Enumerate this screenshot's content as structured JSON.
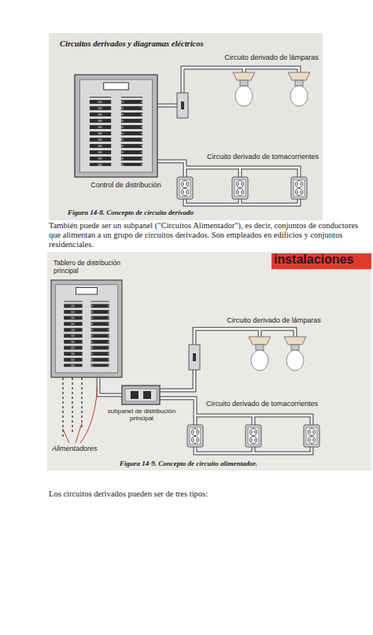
{
  "diagram": {
    "labels": [
      "Circuitos derivados y diagramas eléctricos",
      "Circuito derivado de lámparas",
      "Circuito derivado de tomacorrientes",
      "Control de distribución",
      "Figura 14-8. Concepto de circuito derivado",
      "También puede ser un subpanel (\"Circuitos Alimentador\"), es decir, conjuntos de conductores que alimentan a un grupo de circuitos derivados. Son empleados en edificios y conjuntos residenciales.",
      "instalaciones",
      "Tablero de distribución principal",
      "Circuito derivado de lámparas",
      "Circuito derivado de tomacorrientes",
      "subpanel de distribución principal",
      "Alimentadores",
      "Figura 14-9. Concepto de circuito alimentador.",
      "Los circuitos derivados pueden ser de tres tipos:"
    ]
  }
}
